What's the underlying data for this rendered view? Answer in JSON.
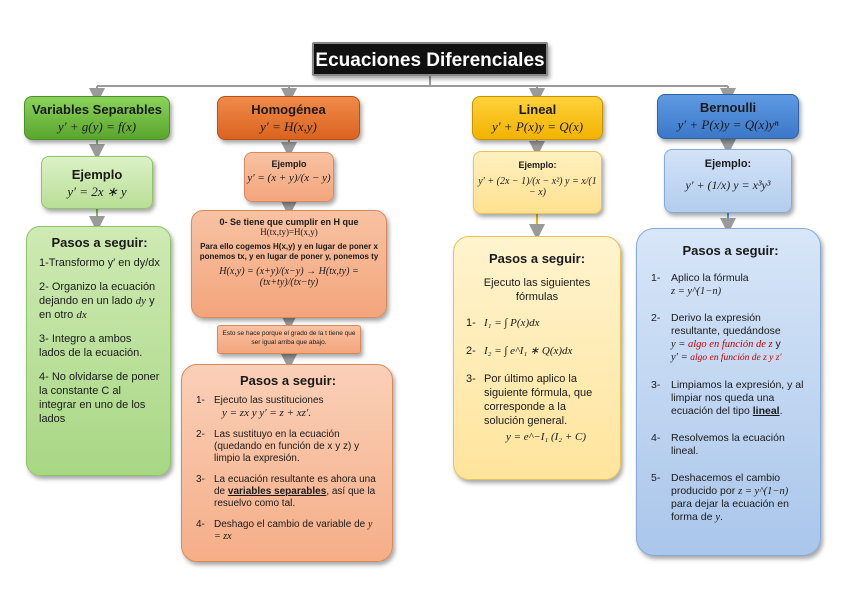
{
  "title": "Ecuaciones Diferenciales",
  "colors": {
    "green": "#5aa52e",
    "orange": "#db6320",
    "yellow": "#f2b300",
    "blue": "#3b78c8",
    "connector": "#9a9a9a"
  },
  "separables": {
    "title": "Variables Separables",
    "eq": "y′ + g(y) = f(x)",
    "example_label": "Ejemplo",
    "example_eq": "y′ = 2x ∗ y",
    "steps_title": "Pasos a seguir:",
    "s1": "1-Transformo y′ en dy/dx",
    "s2a": "2- Organizo la ecuación dejando en un lado ",
    "s2b": "dy",
    "s2c": " y en otro ",
    "s2d": "dx",
    "s3": "3- Integro a ambos lados de la ecuación.",
    "s4": "4- No olvidarse de poner la constante C al integrar en uno de los lados"
  },
  "homogenea": {
    "title": "Homogénea",
    "eq": "y′ = H(x,y)",
    "example_label": "Ejemplo",
    "example_eq": "y′ = (x + y)/(x − y)",
    "cond1": "0- Se tiene que cumplir en H que",
    "cond2": "H(tx,ty)=H(x,y)",
    "cond3": "Para ello cogemos H(x,y) y en lugar de poner x ponemos tx, y en lugar de poner y, ponemos ty",
    "cond4": "H(x,y) = (x+y)/(x−y) → H(tx,ty) = (tx+ty)/(tx−ty)",
    "note": "Esto se hace porque el grado de la t tiene que ser igual arriba que abajo.",
    "steps_title": "Pasos a seguir:",
    "s1a": "Ejecuto las sustituciones",
    "s1b": "y = zx y y′ = z + xz′.",
    "s2": "Las sustituyo en la ecuación (quedando en función de x y z) y limpio la expresión.",
    "s3a": "La ecuación resultante es ahora una de ",
    "s3b": "variables separables",
    "s3c": ", así que la resuelvo como tal.",
    "s4a": "Deshago el cambio de variable de ",
    "s4b": "y = zx",
    "n1": "1-",
    "n2": "2-",
    "n3": "3-",
    "n4": "4-"
  },
  "lineal": {
    "title": "Lineal",
    "eq": "y′ + P(x)y = Q(x)",
    "example_label": "Ejemplo:",
    "example_eq": "y′ + (2x − 1)/(x − x²) y = x/(1 − x)",
    "steps_title": "Pasos a seguir:",
    "intro": "Ejecuto las siguientes fórmulas",
    "s1": "I₁ = ∫ P(x)dx",
    "s2": "I₂ = ∫ e^I₁ ∗ Q(x)dx",
    "s3": "Por último aplico la siguiente fórmula, que corresponde a la solución general.",
    "s3eq": "y = e^−I₁ (I₂ + C)",
    "n1": "1-",
    "n2": "2-",
    "n3": "3-"
  },
  "bernoulli": {
    "title": "Bernoulli",
    "eq": "y′ + P(x)y = Q(x)yⁿ",
    "example_label": "Ejemplo:",
    "example_eq": "y′ + (1/x) y = x³y³",
    "steps_title": "Pasos a seguir:",
    "s1a": "Aplico la fórmula",
    "s1b": "z = y^(1−n)",
    "s2a": "Derivo la expresión resultante, quedándose",
    "s2b": "y = ",
    "s2c": "algo en función de z",
    "s2d": " y",
    "s2e": "y′ = ",
    "s2f": "algo en función de z y z′",
    "s3a": "Limpiamos la expresión, y al limpiar nos queda una ecuación del tipo ",
    "s3b": "lineal",
    "s3c": ".",
    "s4": "Resolvemos la ecuación lineal.",
    "s5a": "Deshacemos el cambio producido por ",
    "s5b": "z = y^(1−n)",
    "s5c": " para dejar la ecuación en forma de ",
    "s5d": "y",
    "s5e": ".",
    "n1": "1-",
    "n2": "2-",
    "n3": "3-",
    "n4": "4-",
    "n5": "5-"
  }
}
